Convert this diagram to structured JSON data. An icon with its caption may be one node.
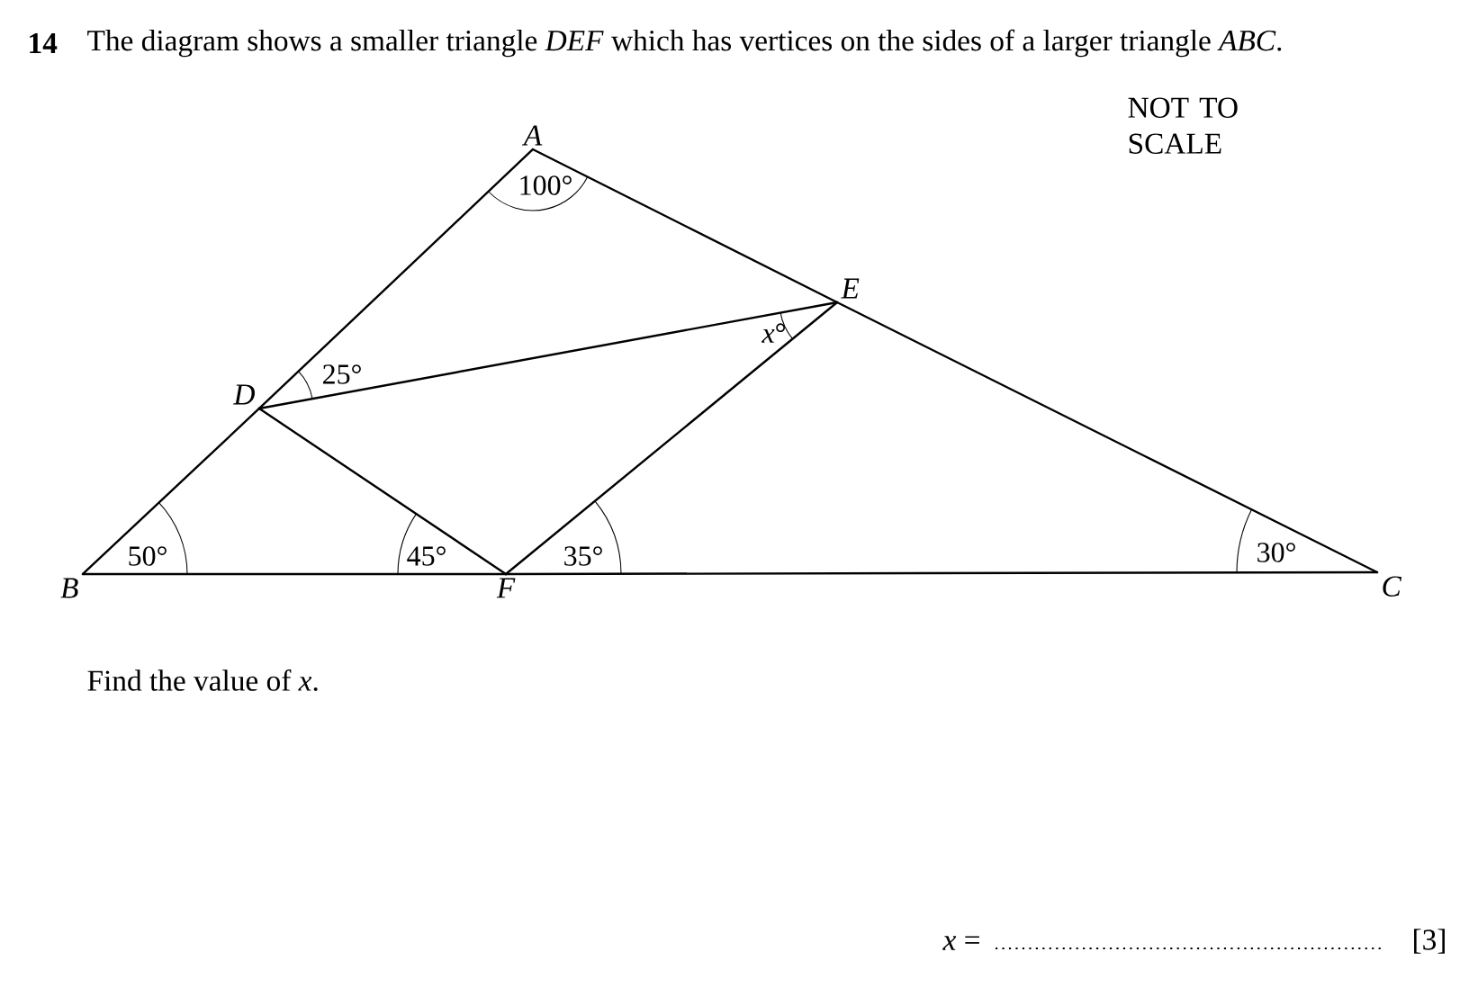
{
  "diagram": {
    "title": "The diagram shows a smaller triangle *DEF* which has vertices on the sides of a larger triangle *ABC*.",
    "nodes": [
      {
        "text": [
          "A"
        ]
      },
      {
        "text": [
          "B"
        ]
      },
      {
        "text": [
          "C"
        ]
      },
      {
        "text": [
          "D"
        ]
      },
      {
        "text": [
          "E"
        ]
      },
      {
        "text": [
          "F"
        ]
      }
    ],
    "edges": [
      {
        "from": 0,
        "to": 3,
        "arrow": "none"
      },
      {
        "from": 3,
        "to": 1,
        "arrow": "none"
      },
      {
        "from": 1,
        "to": 5,
        "arrow": "none"
      },
      {
        "from": 5,
        "to": 2,
        "arrow": "none"
      },
      {
        "from": 2,
        "to": 4,
        "arrow": "none"
      },
      {
        "from": 4,
        "to": 0,
        "arrow": "none"
      },
      {
        "from": 3,
        "to": 4,
        "arrow": "none"
      },
      {
        "from": 4,
        "to": 5,
        "arrow": "none"
      },
      {
        "from": 5,
        "to": 3,
        "arrow": "none"
      }
    ],
    "labels": [
      "14",
      "NOT TO SCALE",
      "100°",
      "25°",
      "*x*°",
      "50°",
      "45°",
      "35°",
      "30°",
      "Find the value of *x*.",
      "*x* =",
      "[3]"
    ]
  }
}
